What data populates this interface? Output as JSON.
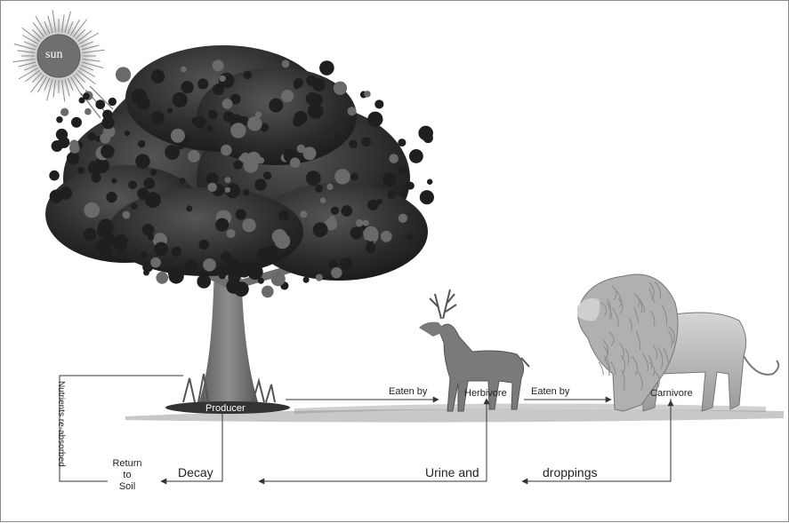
{
  "sun": {
    "label": "sun"
  },
  "nodes": {
    "producer": "Producer",
    "herbivore": "Herbivore",
    "carnivore": "Carnivore"
  },
  "arrows": {
    "producer_to_herbivore": "Eaten by",
    "herbivore_to_carnivore": "Eaten by"
  },
  "cycle": {
    "return_line1": "Return",
    "return_line2": "to",
    "return_line3": "Soil",
    "decay": "Decay",
    "urine": "Urine and",
    "droppings": "droppings",
    "nutrients": "Nutrients re-absorbed"
  },
  "colors": {
    "ink": "#333333",
    "foliage": "#2e2e2e",
    "trunk": "#6e6e6e",
    "ground": "#4a4a4a"
  }
}
